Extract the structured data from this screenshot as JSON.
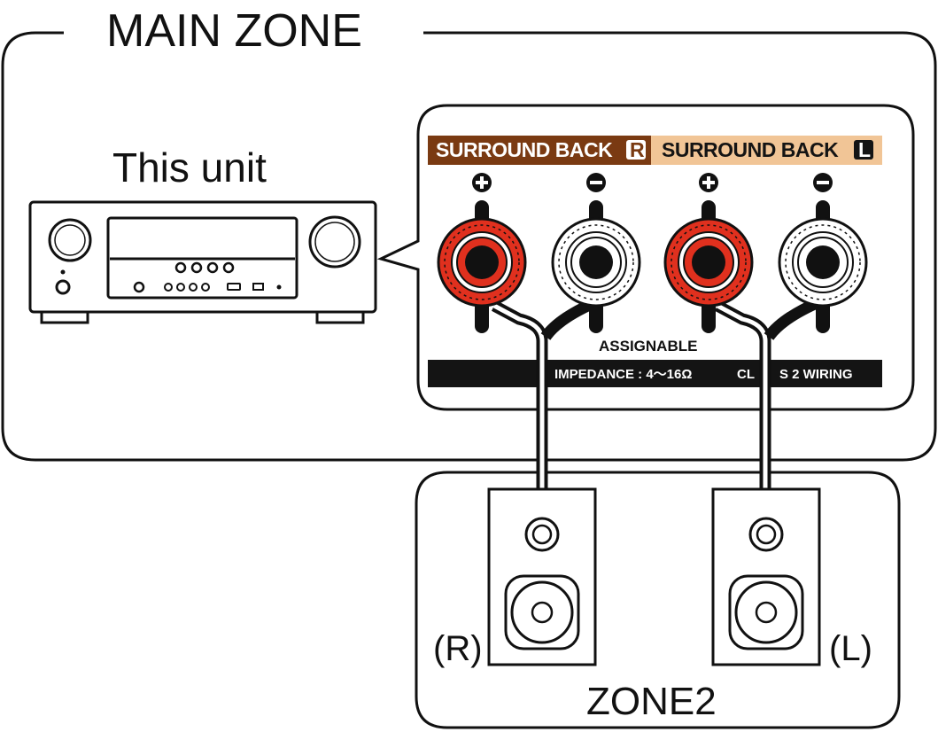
{
  "title": "MAIN ZONE",
  "unit_label": "This unit",
  "zone2_label": "ZONE2",
  "panel": {
    "surround_back_r": "SURROUND BACK",
    "surround_back_r_badge": "R",
    "surround_back_l": "SURROUND BACK",
    "surround_back_l_badge": "L",
    "assignable": "ASSIGNABLE",
    "impedance": "IMPEDANCE : 4～16Ω",
    "class2_left": "CL",
    "class2_right": "S 2 WIRING"
  },
  "speakers": {
    "right_label": "(R)",
    "left_label": "(L)"
  },
  "colors": {
    "header_r_bg": "#7a3a12",
    "header_l_bg": "#f1c596",
    "terminal_red": "#e0301e",
    "terminal_white": "#ffffff",
    "line": "#111111"
  }
}
